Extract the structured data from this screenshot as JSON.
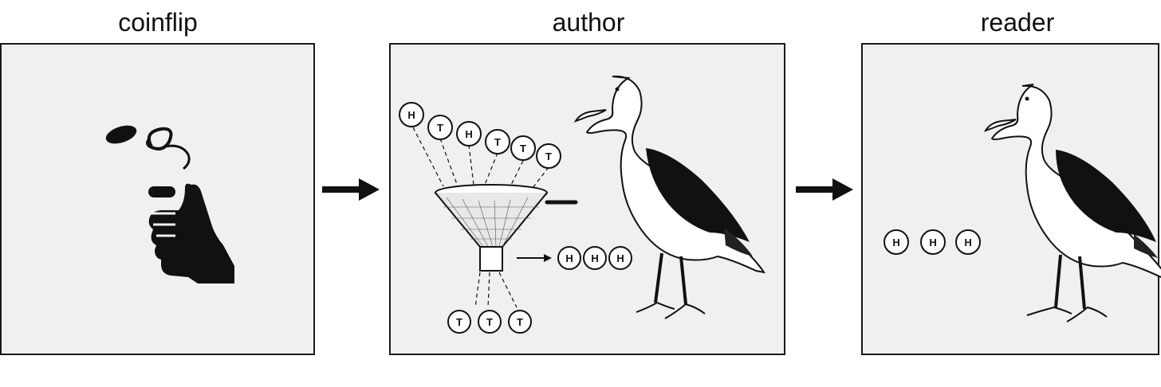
{
  "titles": {
    "coinflip": "coinflip",
    "author": "author",
    "reader": "reader"
  },
  "coins": {
    "author_input": [
      "H",
      "T",
      "H",
      "T",
      "T",
      "T"
    ],
    "author_output": [
      "H",
      "H",
      "H"
    ],
    "author_rejected": [
      "T",
      "T",
      "T"
    ],
    "reader": [
      "H",
      "H",
      "H"
    ]
  },
  "icons": {
    "hand": "hand-flipping-coin-icon",
    "funnel": "sieve-funnel-icon",
    "bird": "albatross-icon"
  },
  "colors": {
    "panel_bg": "#f0f0f0",
    "ink": "#111111"
  }
}
